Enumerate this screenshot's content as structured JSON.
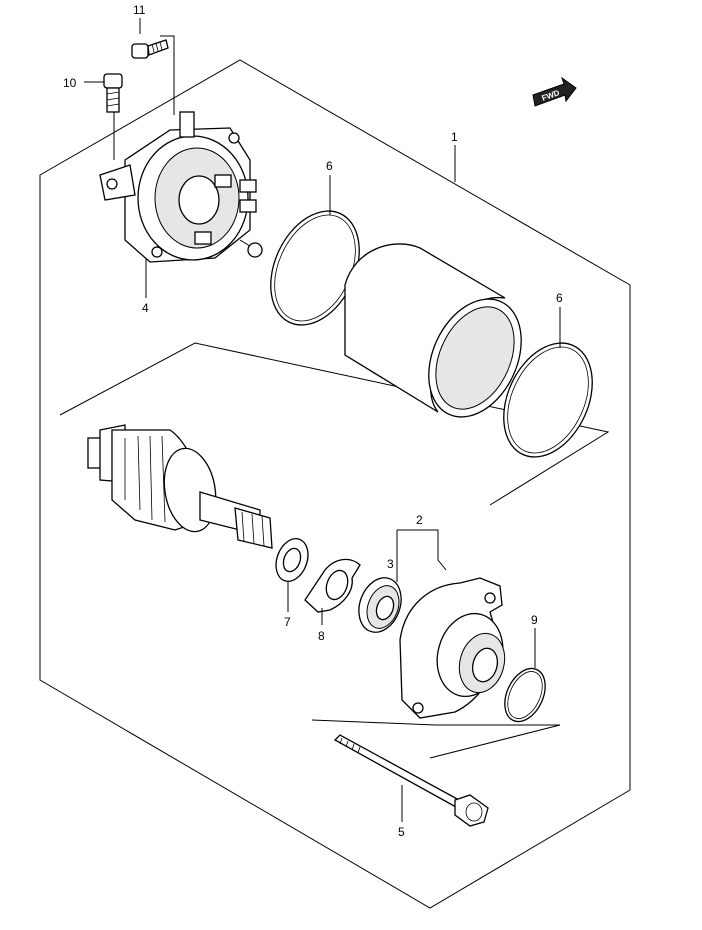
{
  "diagram": {
    "callouts": [
      {
        "id": "1",
        "text": "1"
      },
      {
        "id": "2",
        "text": "2"
      },
      {
        "id": "3",
        "text": "3"
      },
      {
        "id": "4",
        "text": "4"
      },
      {
        "id": "5",
        "text": "5"
      },
      {
        "id": "6a",
        "text": "6"
      },
      {
        "id": "6b",
        "text": "6"
      },
      {
        "id": "7",
        "text": "7"
      },
      {
        "id": "8",
        "text": "8"
      },
      {
        "id": "9",
        "text": "9"
      },
      {
        "id": "10",
        "text": "10"
      },
      {
        "id": "11",
        "text": "11"
      }
    ],
    "direction_marker": "FWD"
  }
}
